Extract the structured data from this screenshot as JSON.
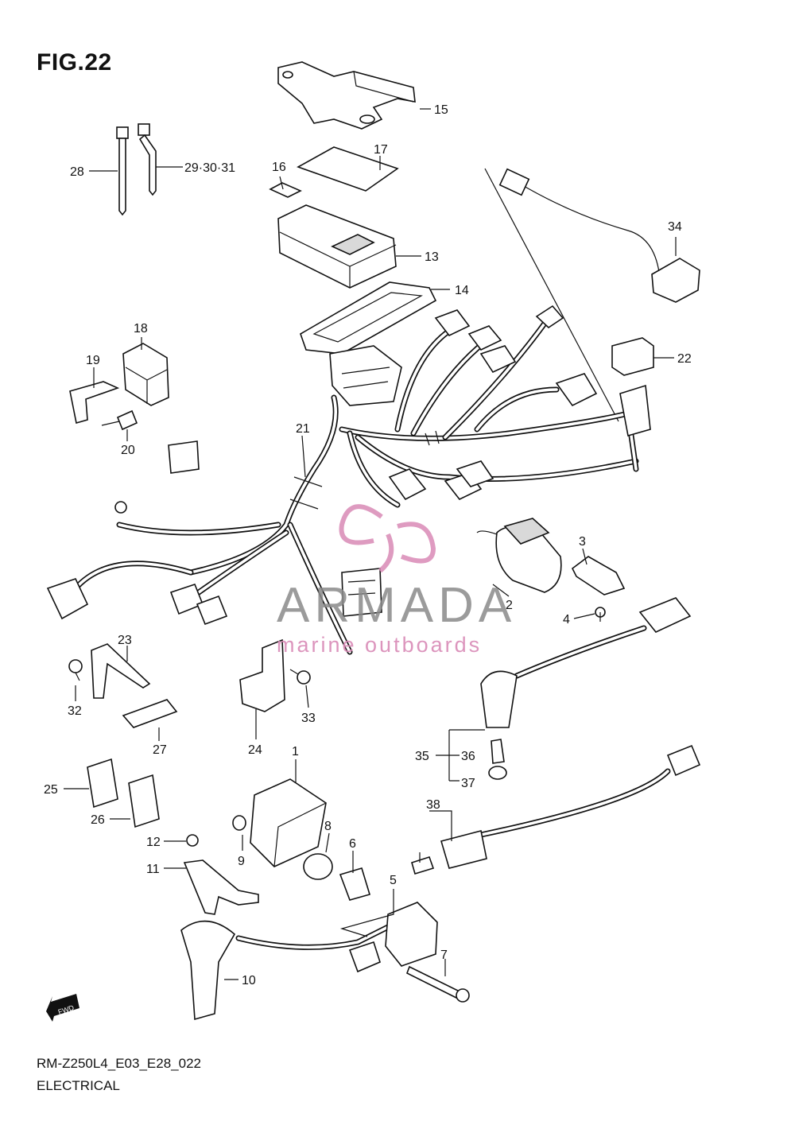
{
  "figure": {
    "title": "FIG.22",
    "model_code": "RM-Z250L4_E03_E28_022",
    "section": "ELECTRICAL"
  },
  "watermark": {
    "name": "ARMADA",
    "tagline": "marine outboards",
    "accent_color": "#d98ab6"
  },
  "direction_badge": {
    "label": "FWD",
    "icon": "fwd-arrow-icon"
  },
  "callouts": [
    "1",
    "2",
    "3",
    "4",
    "5",
    "6",
    "7",
    "8",
    "9",
    "10",
    "11",
    "12",
    "13",
    "14",
    "15",
    "16",
    "17",
    "18",
    "19",
    "20",
    "21",
    "22",
    "23",
    "24",
    "25",
    "26",
    "27",
    "28",
    "29·30·31",
    "32",
    "32",
    "33",
    "34",
    "35",
    "36",
    "37",
    "38"
  ]
}
